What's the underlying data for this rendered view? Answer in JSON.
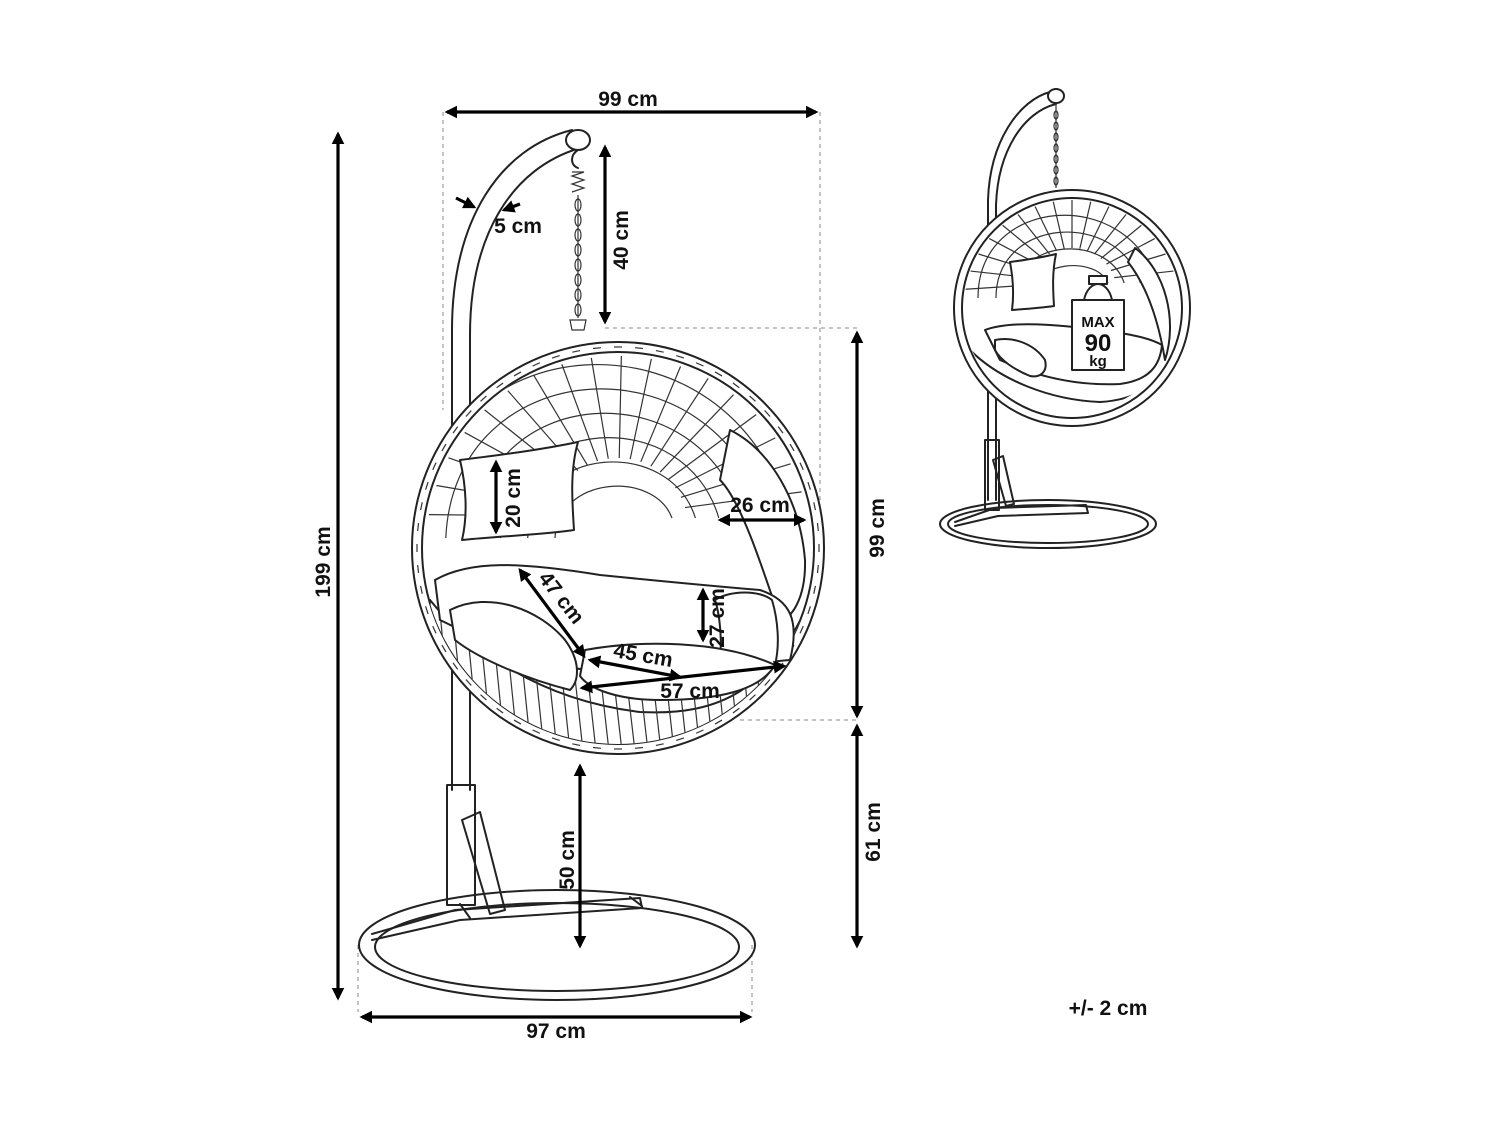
{
  "dimensions": {
    "total_width": "99 cm",
    "tube_diameter": "5 cm",
    "chain_length": "40 cm",
    "total_height": "199 cm",
    "cushion_height": "20 cm",
    "side_opening": "26 cm",
    "basket_height": "99 cm",
    "seat_depth": "47 cm",
    "back_cushion_height": "27 cm",
    "seat_width_inner": "45 cm",
    "seat_width": "57 cm",
    "ground_to_basket": "61 cm",
    "ground_to_seat": "50 cm",
    "base_width": "97 cm"
  },
  "weight_badge": {
    "label": "MAX",
    "value": "90",
    "unit": "kg"
  },
  "tolerance": "+/- 2 cm"
}
